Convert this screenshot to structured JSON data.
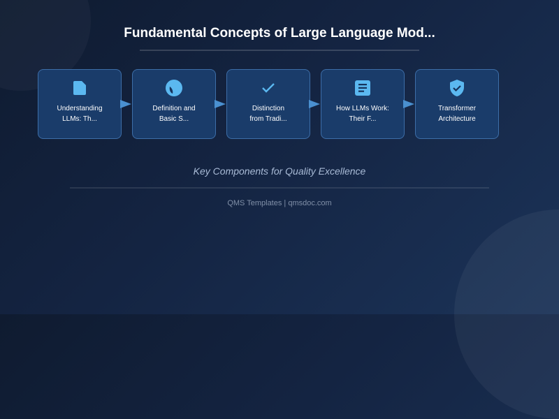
{
  "header": {
    "title": "Fundamental Concepts of Large Language Mod..."
  },
  "flow": {
    "steps": [
      {
        "label": "Understanding\nLLMs: Th...",
        "icon": "document-icon"
      },
      {
        "label": "Definition and\nBasic S...",
        "icon": "leaf-circle-icon"
      },
      {
        "label": "Distinction\nfrom Tradi...",
        "icon": "checkmark-icon"
      },
      {
        "label": "How LLMs Work:\nTheir F...",
        "icon": "text-document-icon"
      },
      {
        "label": "Transformer\nArchitecture",
        "icon": "shield-check-icon"
      }
    ]
  },
  "subtitle": "Key Components for Quality Excellence",
  "footer": "QMS Templates | qmsdoc.com",
  "colors": {
    "accent": "#5bb8f0",
    "card_bg": "#1a3c6a",
    "card_border": "#3d6ea8",
    "arrow": "#4a90d0"
  }
}
